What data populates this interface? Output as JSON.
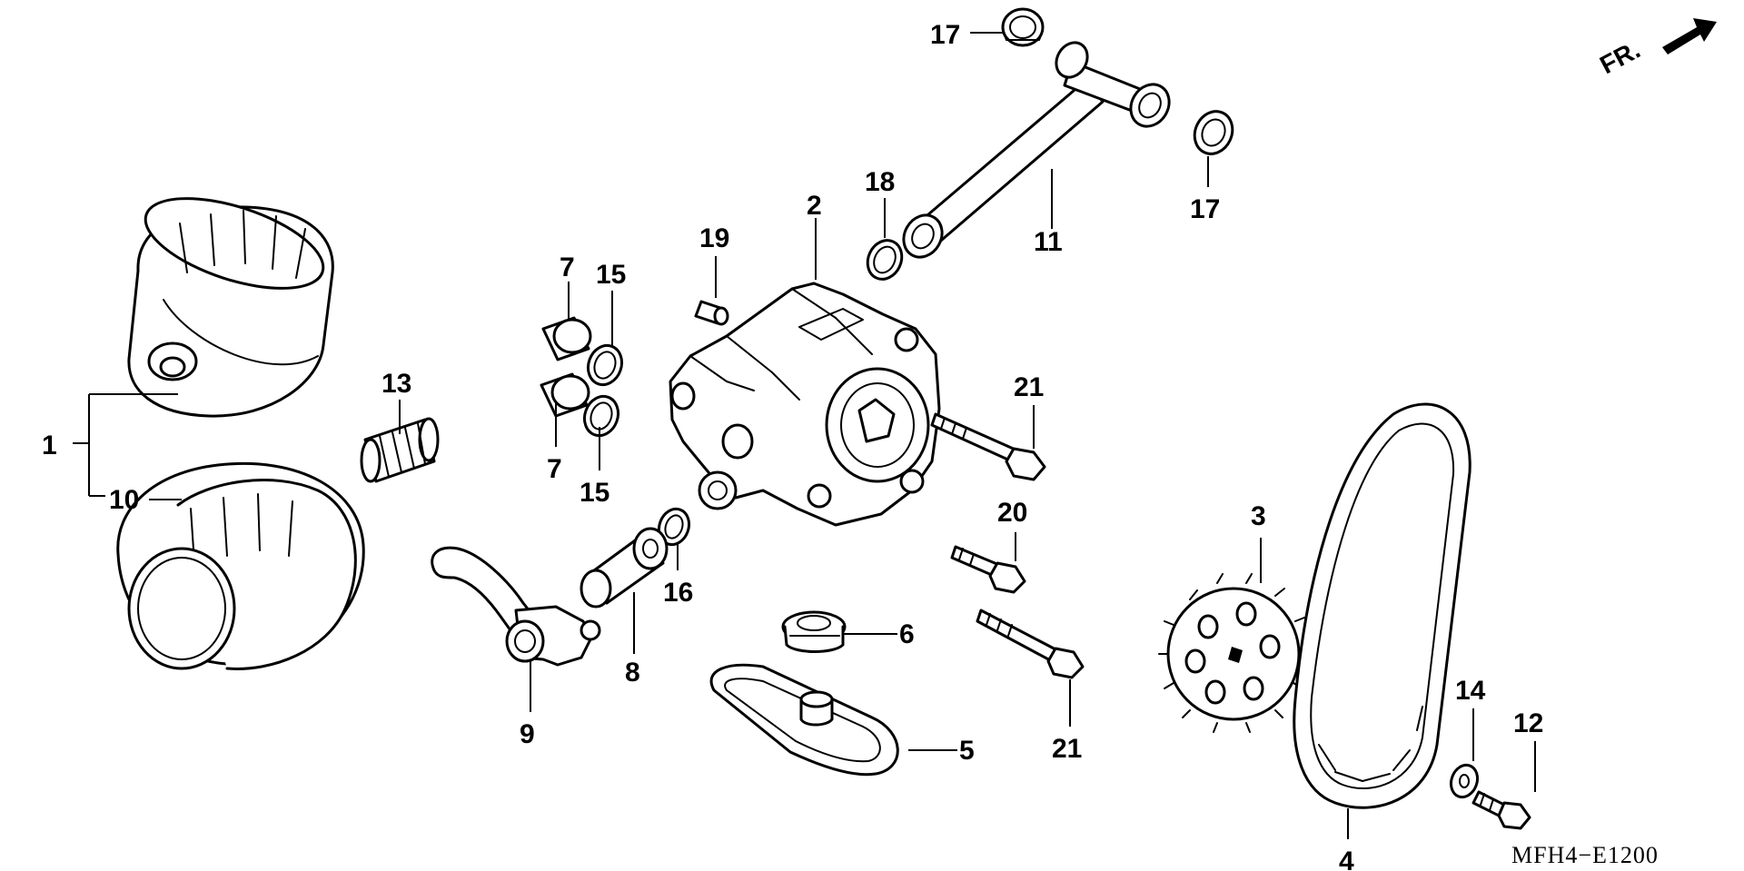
{
  "diagram_code": "MFH4−E1200",
  "direction_label": "FR.",
  "callouts": {
    "c1": "1",
    "c2": "2",
    "c3": "3",
    "c4": "4",
    "c5": "5",
    "c6": "6",
    "c7a": "7",
    "c7b": "7",
    "c8": "8",
    "c9": "9",
    "c10": "10",
    "c11": "11",
    "c12": "12",
    "c13": "13",
    "c14": "14",
    "c15a": "15",
    "c15b": "15",
    "c16": "16",
    "c17a": "17",
    "c17b": "17",
    "c18": "18",
    "c19": "19",
    "c20": "20",
    "c21a": "21",
    "c21b": "21"
  }
}
